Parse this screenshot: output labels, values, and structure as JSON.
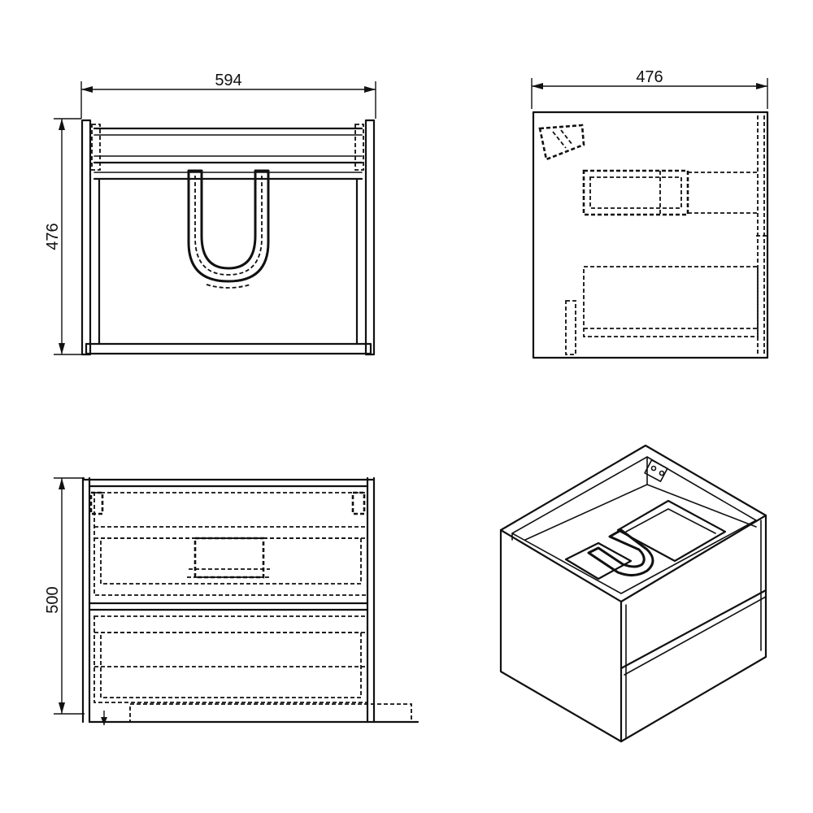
{
  "dimensions": {
    "front_width": "594",
    "front_height": "476",
    "side_depth": "476",
    "top_height": "500"
  }
}
